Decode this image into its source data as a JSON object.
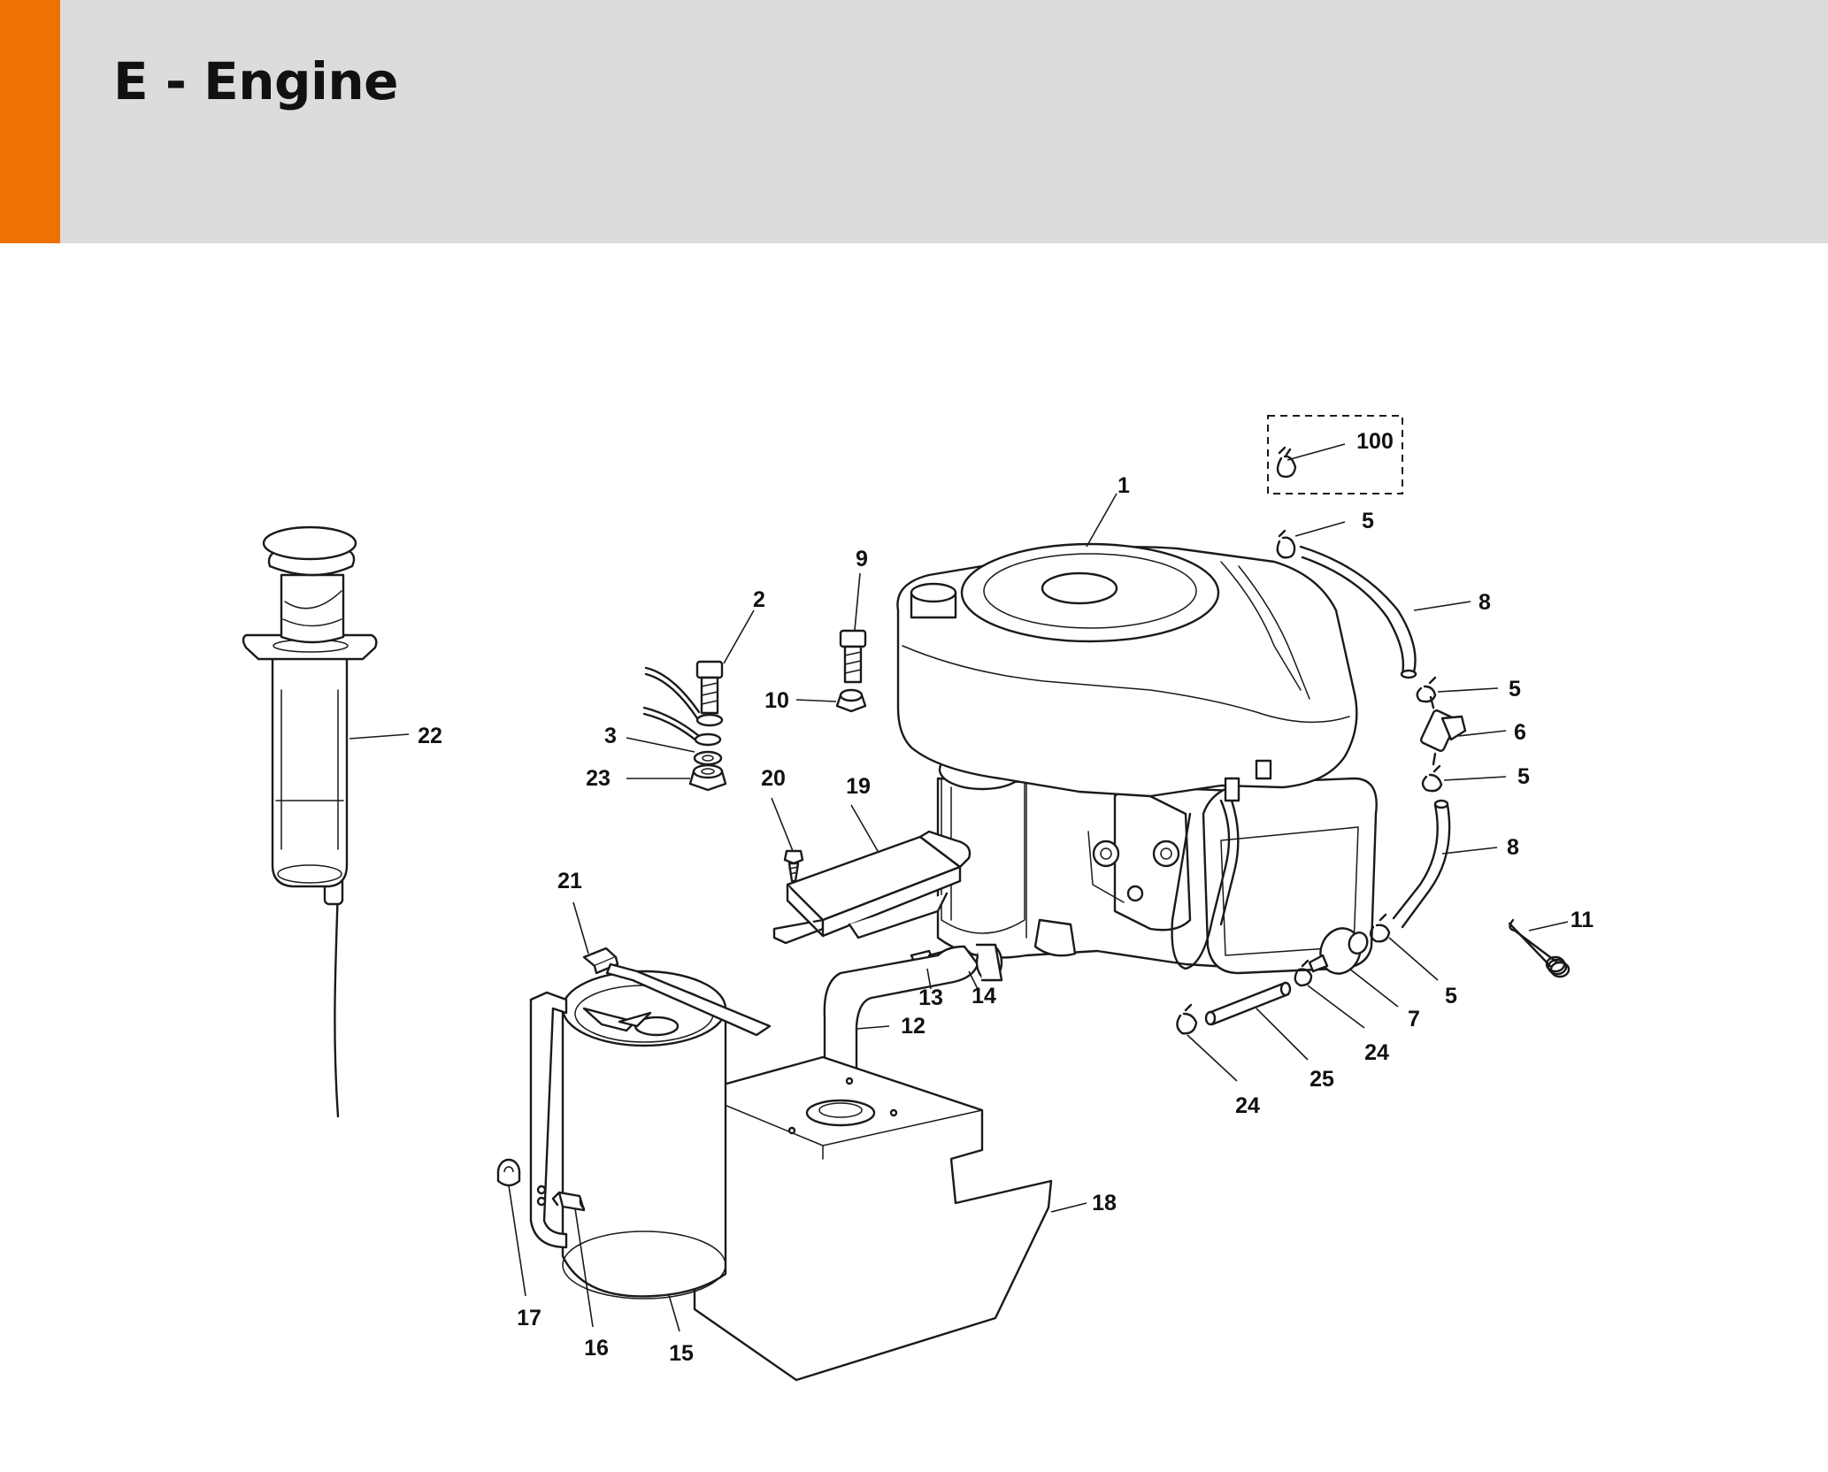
{
  "header": {
    "title": "E - Engine"
  },
  "colors": {
    "accent": "#ee7203",
    "header_bg": "#dcdcdc"
  },
  "callouts": {
    "c1": "1",
    "c2": "2",
    "c3": "3",
    "c5a": "5",
    "c5b": "5",
    "c5c": "5",
    "c5d": "5",
    "c6": "6",
    "c7": "7",
    "c8a": "8",
    "c8b": "8",
    "c9": "9",
    "c10": "10",
    "c11": "11",
    "c12": "12",
    "c13": "13",
    "c14": "14",
    "c15": "15",
    "c16": "16",
    "c17": "17",
    "c18": "18",
    "c19": "19",
    "c20": "20",
    "c21": "21",
    "c22": "22",
    "c23": "23",
    "c24a": "24",
    "c24b": "24",
    "c25": "25",
    "c100": "100"
  }
}
